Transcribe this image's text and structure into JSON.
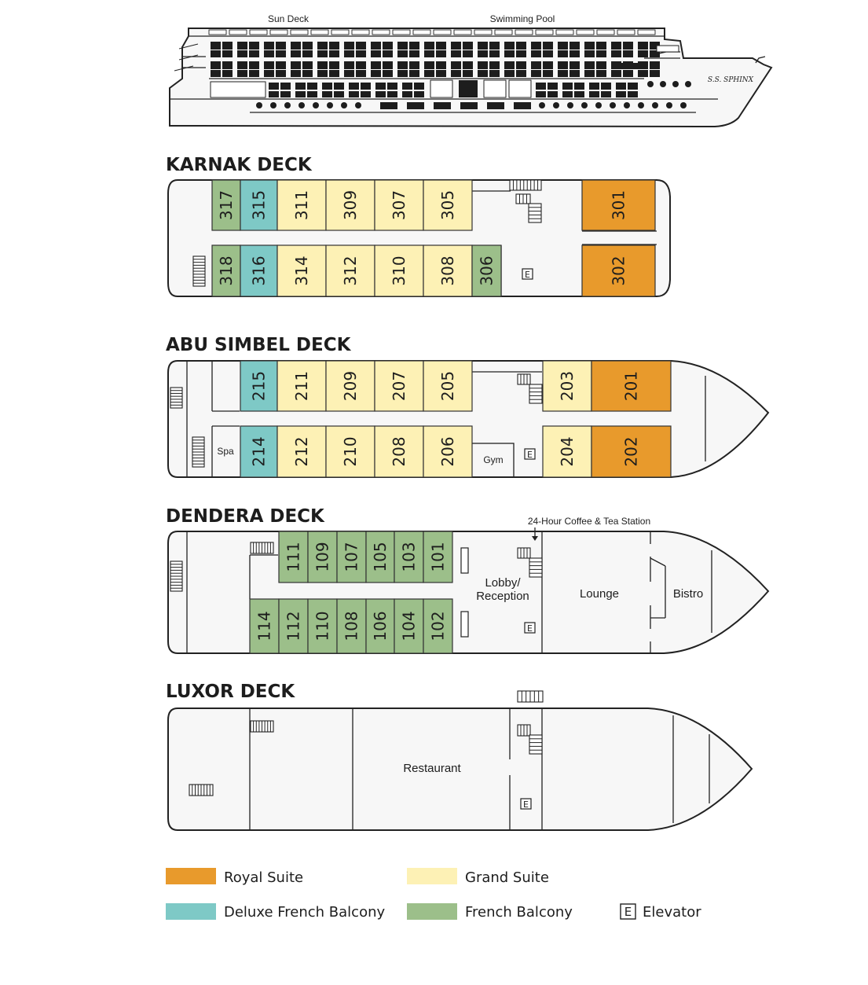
{
  "colors": {
    "royal": "#e89a2c",
    "grand": "#fdf1b5",
    "deluxe": "#7ec9c6",
    "french": "#9cbf8a",
    "hull": "#f7f7f7",
    "stroke": "#222222"
  },
  "ship": {
    "sun_deck": "Sun Deck",
    "swimming_pool": "Swimming Pool",
    "name": "S.S. SPHINX"
  },
  "decks": {
    "karnak": {
      "title": "KARNAK DECK",
      "cabins_top": [
        {
          "num": "317",
          "type": "french"
        },
        {
          "num": "315",
          "type": "deluxe"
        },
        {
          "num": "311",
          "type": "grand"
        },
        {
          "num": "309",
          "type": "grand"
        },
        {
          "num": "307",
          "type": "grand"
        },
        {
          "num": "305",
          "type": "grand"
        },
        {
          "num": "301",
          "type": "royal"
        }
      ],
      "cabins_bottom": [
        {
          "num": "318",
          "type": "french"
        },
        {
          "num": "316",
          "type": "deluxe"
        },
        {
          "num": "314",
          "type": "grand"
        },
        {
          "num": "312",
          "type": "grand"
        },
        {
          "num": "310",
          "type": "grand"
        },
        {
          "num": "308",
          "type": "grand"
        },
        {
          "num": "306",
          "type": "french"
        },
        {
          "num": "302",
          "type": "royal"
        }
      ],
      "elevator": "E"
    },
    "abu": {
      "title": "ABU SIMBEL DECK",
      "cabins_top": [
        {
          "num": "215",
          "type": "deluxe"
        },
        {
          "num": "211",
          "type": "grand"
        },
        {
          "num": "209",
          "type": "grand"
        },
        {
          "num": "207",
          "type": "grand"
        },
        {
          "num": "205",
          "type": "grand"
        },
        {
          "num": "203",
          "type": "grand"
        },
        {
          "num": "201",
          "type": "royal"
        }
      ],
      "cabins_bottom": [
        {
          "num": "214",
          "type": "deluxe"
        },
        {
          "num": "212",
          "type": "grand"
        },
        {
          "num": "210",
          "type": "grand"
        },
        {
          "num": "208",
          "type": "grand"
        },
        {
          "num": "206",
          "type": "grand"
        },
        {
          "num": "204",
          "type": "grand"
        },
        {
          "num": "202",
          "type": "royal"
        }
      ],
      "spa": "Spa",
      "gym": "Gym",
      "elevator": "E"
    },
    "dendera": {
      "title": "DENDERA DECK",
      "cabins_top": [
        {
          "num": "111",
          "type": "french"
        },
        {
          "num": "109",
          "type": "french"
        },
        {
          "num": "107",
          "type": "french"
        },
        {
          "num": "105",
          "type": "french"
        },
        {
          "num": "103",
          "type": "french"
        },
        {
          "num": "101",
          "type": "french"
        }
      ],
      "cabins_bottom": [
        {
          "num": "114",
          "type": "french"
        },
        {
          "num": "112",
          "type": "french"
        },
        {
          "num": "110",
          "type": "french"
        },
        {
          "num": "108",
          "type": "french"
        },
        {
          "num": "106",
          "type": "french"
        },
        {
          "num": "104",
          "type": "french"
        },
        {
          "num": "102",
          "type": "french"
        }
      ],
      "coffee": "24-Hour Coffee & Tea Station",
      "lobby_line1": "Lobby/",
      "lobby_line2": "Reception",
      "lounge": "Lounge",
      "bistro": "Bistro",
      "elevator": "E"
    },
    "luxor": {
      "title": "LUXOR DECK",
      "restaurant": "Restaurant",
      "elevator": "E"
    }
  },
  "legend": {
    "royal": "Royal Suite",
    "grand": "Grand Suite",
    "deluxe": "Deluxe French Balcony",
    "french": "French Balcony",
    "elevator_symbol": "E",
    "elevator": "Elevator"
  }
}
